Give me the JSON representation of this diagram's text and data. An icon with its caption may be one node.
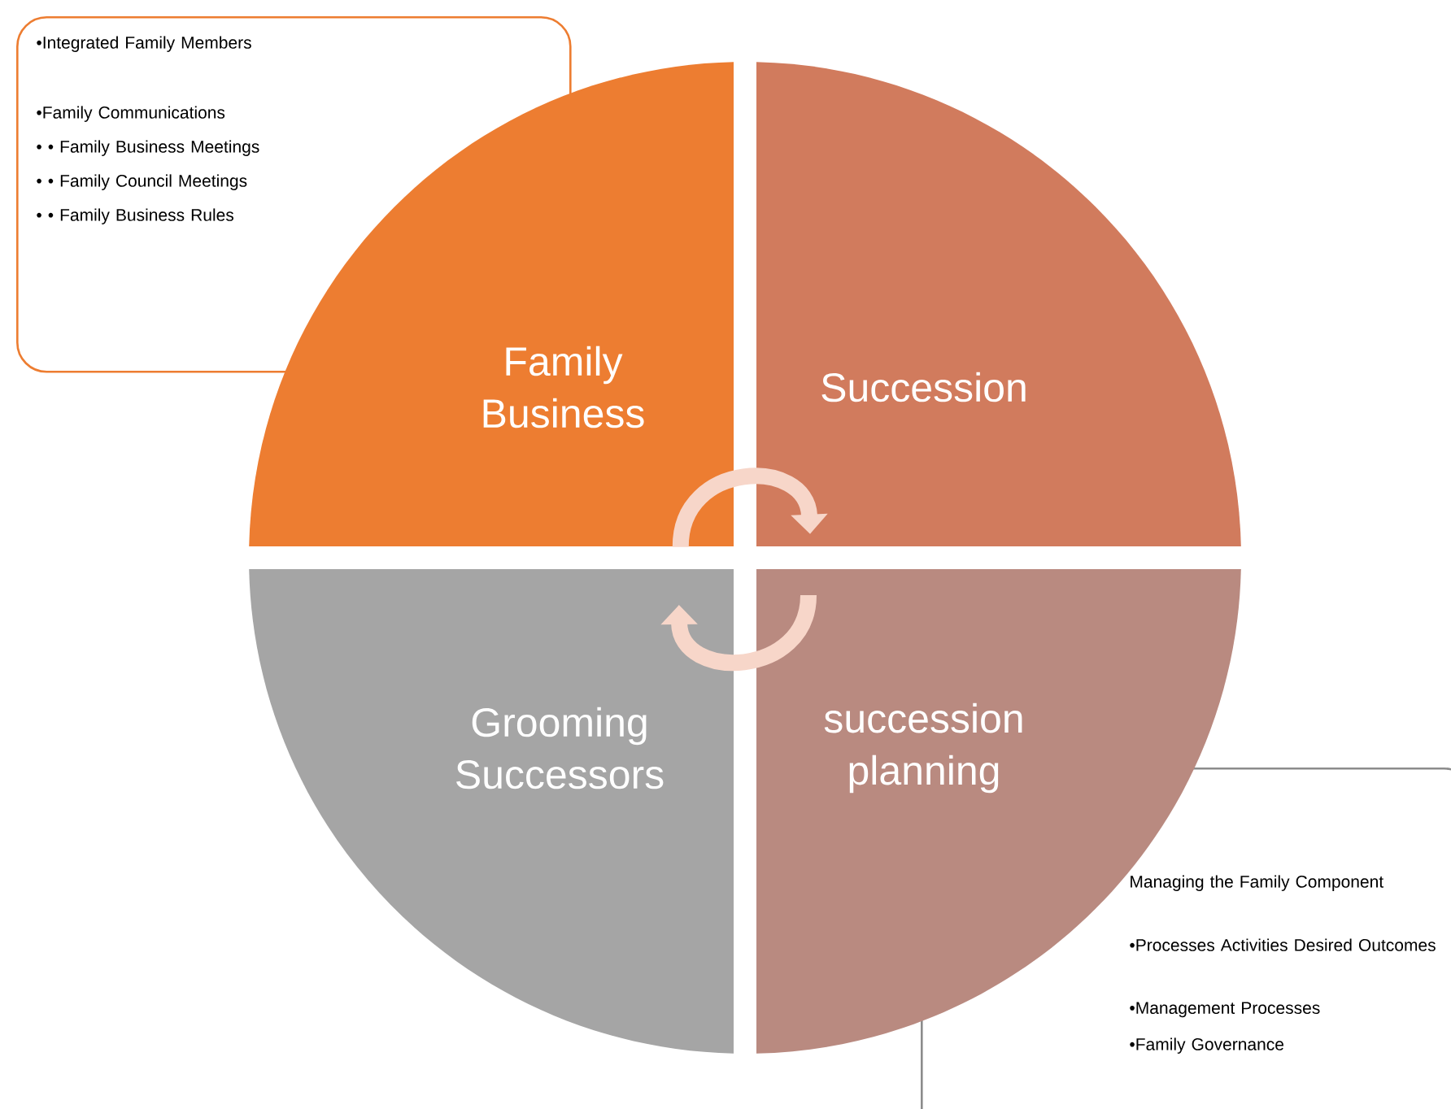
{
  "diagram": {
    "nodes": [
      {
        "text": [
          "Family Business"
        ]
      },
      {
        "text": [
          "Succession"
        ]
      },
      {
        "text": [
          "Grooming Successors"
        ]
      },
      {
        "text": [
          "succession planning"
        ]
      },
      {
        "text": [
          "•Integrated Family Members",
          "•Family Communications",
          "• • Family Business Meetings",
          "• • Family Council Meetings",
          "• • Family Business Rules"
        ]
      },
      {
        "text": [
          "Managing the Family Component",
          "•Processes Activities Desired Outcomes",
          "•Management Processes",
          "•Family Governance"
        ]
      }
    ],
    "edges": [
      {
        "from": 0,
        "to": 1,
        "arrow": "to"
      },
      {
        "from": 3,
        "to": 2,
        "arrow": "to"
      }
    ]
  }
}
